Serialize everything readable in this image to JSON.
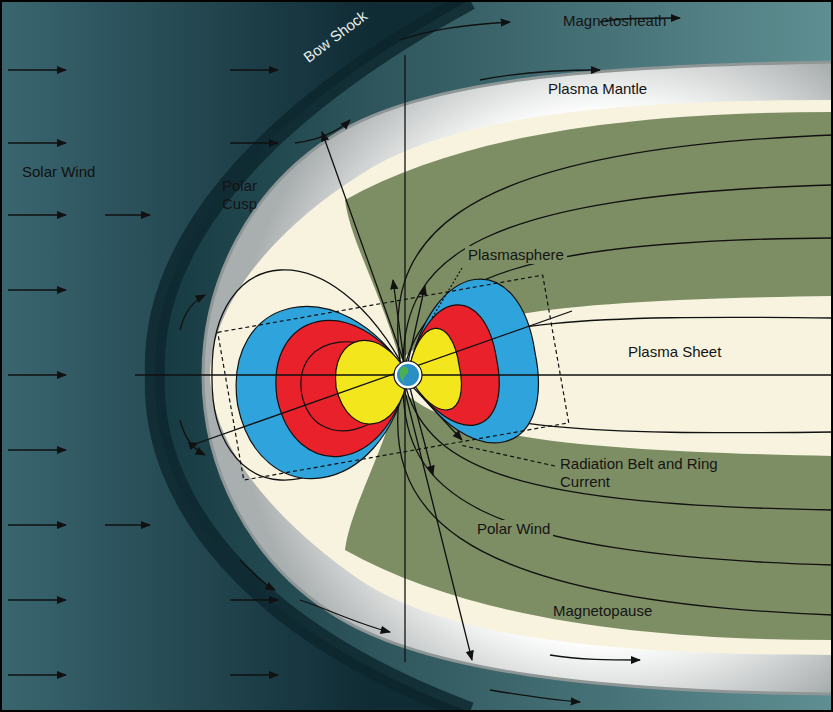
{
  "diagram": {
    "labels": [
      "Bow Shock",
      "Magnetosheath",
      "Plasma Mantle",
      "Solar Wind",
      "Polar Cusp",
      "Plasmasphere",
      "Plasma Sheet",
      "Radiation Belt and Ring Current",
      "Polar Wind",
      "Magnetopause"
    ]
  }
}
